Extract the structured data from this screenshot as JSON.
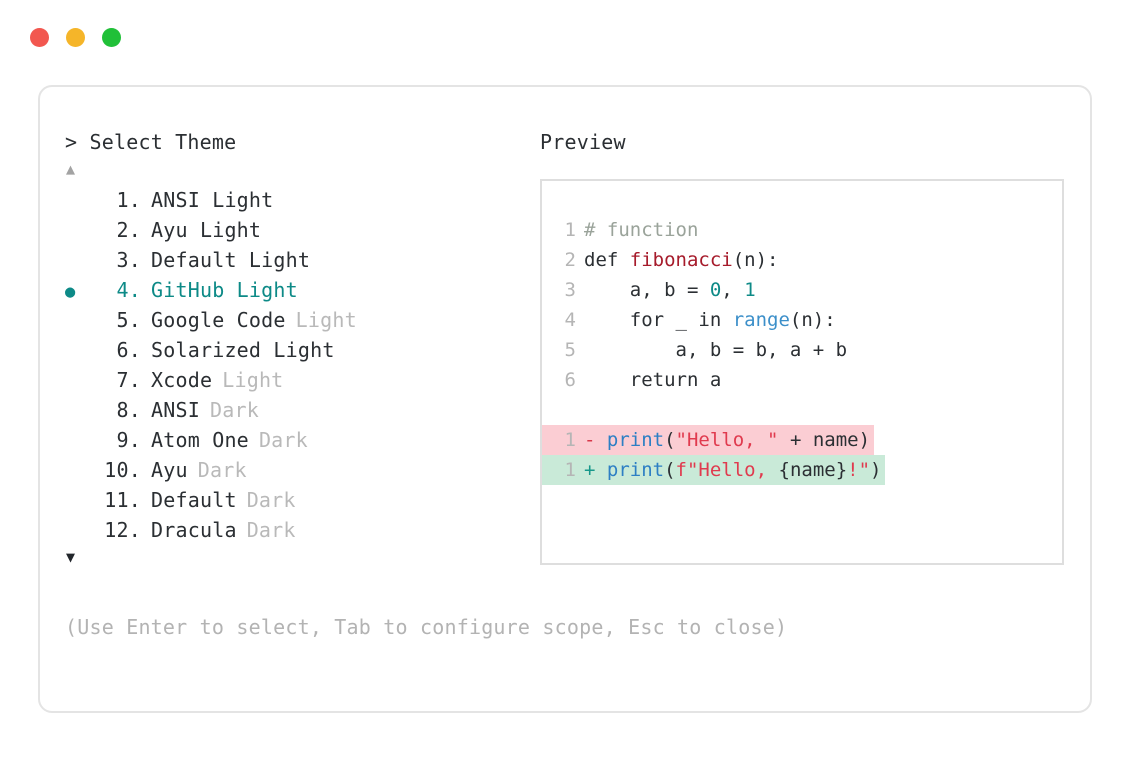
{
  "window": {
    "traffic_lights": [
      {
        "name": "close",
        "color": "#f2574f"
      },
      {
        "name": "minimize",
        "color": "#f5b529"
      },
      {
        "name": "maximize",
        "color": "#20c038"
      }
    ]
  },
  "picker": {
    "prompt_symbol": ">",
    "title": "Select Theme",
    "scroll_up_glyph": "▲",
    "scroll_down_glyph": "▼",
    "selected_bullet": "●",
    "selected_index": 4,
    "accent_color": "#0d8a87",
    "items": [
      {
        "index": "1.",
        "name": "ANSI Light",
        "suffix": "",
        "selected": false
      },
      {
        "index": "2.",
        "name": "Ayu Light",
        "suffix": "",
        "selected": false
      },
      {
        "index": "3.",
        "name": "Default Light",
        "suffix": "",
        "selected": false
      },
      {
        "index": "4.",
        "name": "GitHub Light",
        "suffix": "",
        "selected": true
      },
      {
        "index": "5.",
        "name": "Google Code",
        "suffix": "Light",
        "selected": false
      },
      {
        "index": "6.",
        "name": "Solarized Light",
        "suffix": "",
        "selected": false
      },
      {
        "index": "7.",
        "name": "Xcode",
        "suffix": "Light",
        "selected": false
      },
      {
        "index": "8.",
        "name": "ANSI",
        "suffix": "Dark",
        "selected": false
      },
      {
        "index": "9.",
        "name": "Atom One",
        "suffix": "Dark",
        "selected": false
      },
      {
        "index": "10.",
        "name": "Ayu",
        "suffix": "Dark",
        "selected": false
      },
      {
        "index": "11.",
        "name": "Default",
        "suffix": "Dark",
        "selected": false
      },
      {
        "index": "12.",
        "name": "Dracula",
        "suffix": "Dark",
        "selected": false
      }
    ]
  },
  "preview": {
    "label": "Preview",
    "code_lines": [
      {
        "ln": "1",
        "tokens": [
          {
            "t": "# function",
            "c": "tok-comment"
          }
        ]
      },
      {
        "ln": "2",
        "tokens": [
          {
            "t": "def ",
            "c": "tok-plain"
          },
          {
            "t": "fibonacci",
            "c": "tok-func"
          },
          {
            "t": "(n):",
            "c": "tok-plain"
          }
        ]
      },
      {
        "ln": "3",
        "tokens": [
          {
            "t": "    a, b = ",
            "c": "tok-plain"
          },
          {
            "t": "0",
            "c": "tok-num"
          },
          {
            "t": ", ",
            "c": "tok-plain"
          },
          {
            "t": "1",
            "c": "tok-num"
          }
        ]
      },
      {
        "ln": "4",
        "tokens": [
          {
            "t": "    for _ in ",
            "c": "tok-plain"
          },
          {
            "t": "range",
            "c": "tok-builtin"
          },
          {
            "t": "(n):",
            "c": "tok-plain"
          }
        ]
      },
      {
        "ln": "5",
        "tokens": [
          {
            "t": "        a, b = b, a + b",
            "c": "tok-plain"
          }
        ]
      },
      {
        "ln": "6",
        "tokens": [
          {
            "t": "    return a",
            "c": "tok-plain"
          }
        ]
      }
    ],
    "diff_lines": [
      {
        "ln": "1",
        "kind": "delete",
        "sign": "-",
        "bg": "#fbcdd3",
        "tokens": [
          {
            "t": "print",
            "c": "tok-call"
          },
          {
            "t": "(",
            "c": "tok-plain"
          },
          {
            "t": "\"Hello, \"",
            "c": "tok-str"
          },
          {
            "t": " + name)",
            "c": "tok-plain"
          }
        ]
      },
      {
        "ln": "1",
        "kind": "add",
        "sign": "+",
        "bg": "#c9ead8",
        "tokens": [
          {
            "t": "print",
            "c": "tok-call"
          },
          {
            "t": "(",
            "c": "tok-plain"
          },
          {
            "t": "f\"Hello, ",
            "c": "tok-str"
          },
          {
            "t": "{name}",
            "c": "tok-plain"
          },
          {
            "t": "!\"",
            "c": "tok-str"
          },
          {
            "t": ")",
            "c": "tok-plain"
          }
        ]
      }
    ]
  },
  "footer": {
    "hint": "(Use Enter to select, Tab to configure scope, Esc to close)"
  }
}
